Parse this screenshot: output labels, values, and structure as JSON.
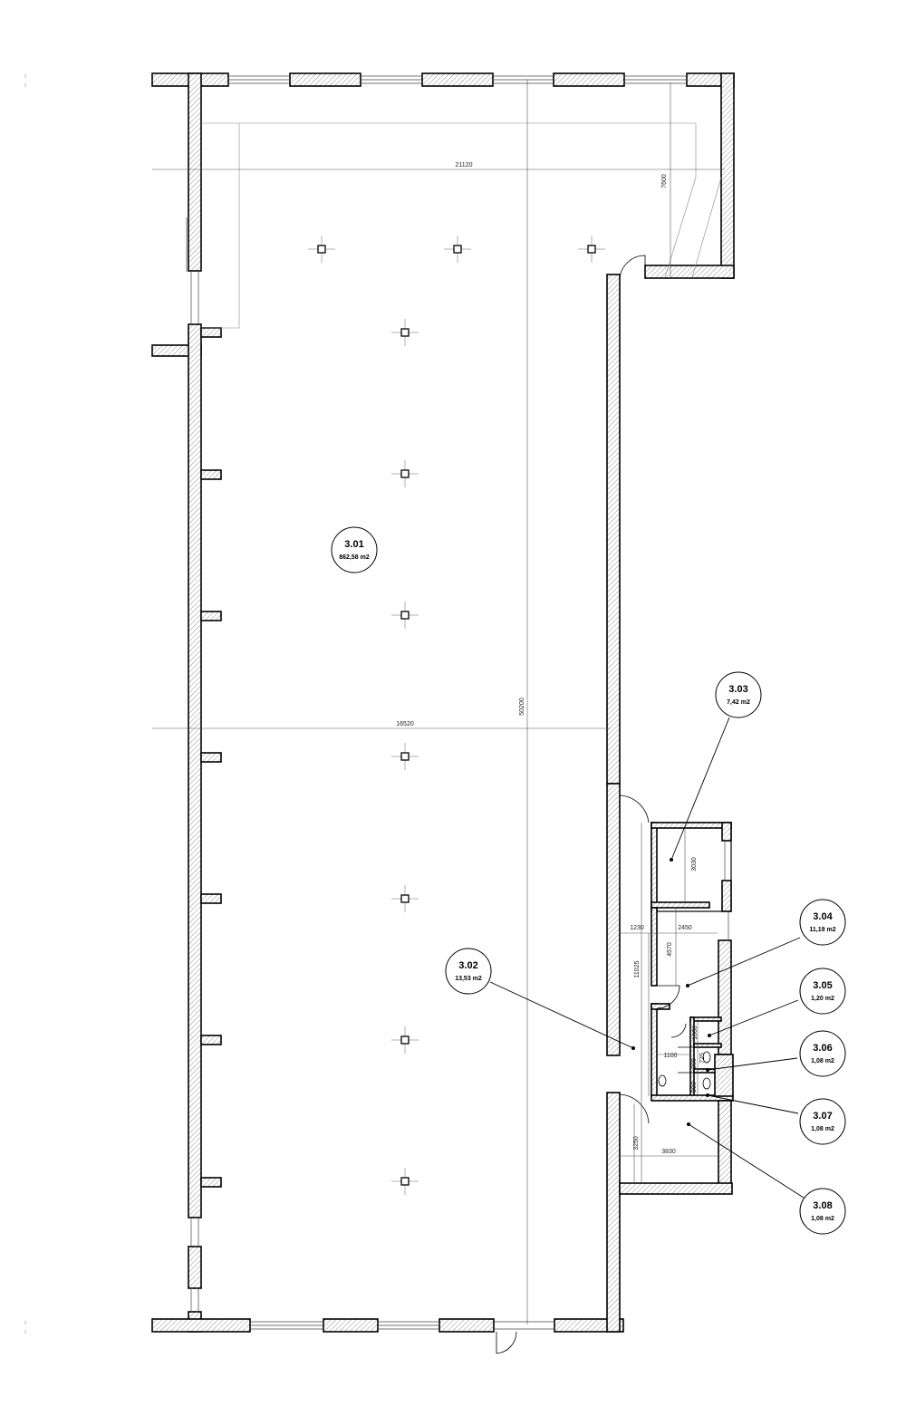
{
  "rooms": [
    {
      "id": "3.01",
      "area": "862,58 m2"
    },
    {
      "id": "3.02",
      "area": "13,53 m2"
    },
    {
      "id": "3.03",
      "area": "7,42 m2"
    },
    {
      "id": "3.04",
      "area": "11,19 m2"
    },
    {
      "id": "3.05",
      "area": "1,20 m2"
    },
    {
      "id": "3.06",
      "area": "1,08 m2"
    },
    {
      "id": "3.07",
      "area": "1,08 m2"
    },
    {
      "id": "3.08",
      "area": "1,08 m2"
    }
  ],
  "dimensions": {
    "d21120": "21120",
    "d7600": "7600",
    "d50200": "50200",
    "d16520": "16520",
    "d3030": "3030",
    "d1230": "1230",
    "d2450": "2450",
    "d4570": "4570",
    "d11025": "11025",
    "d1100": "1100",
    "d1000": "1000",
    "d725": "725",
    "d900a": "900",
    "d900b": "900",
    "d3250": "3250",
    "d3830": "3830"
  }
}
